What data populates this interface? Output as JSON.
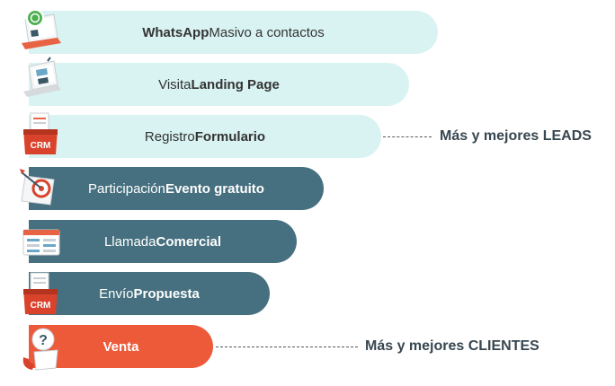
{
  "colors": {
    "top": "#d9f3f2",
    "middle": "#46707f",
    "bottom": "#ec5a3a",
    "text_dark": "#333333",
    "text_light": "#ffffff",
    "label": "#374650"
  },
  "steps": [
    {
      "pre": "",
      "bold": "WhatsApp",
      "post": " Masivo a contactos",
      "icon": "whatsapp-laptop-icon"
    },
    {
      "pre": "Visita ",
      "bold": "Landing Page",
      "post": "",
      "icon": "landing-laptop-icon"
    },
    {
      "pre": "Registro ",
      "bold": "Formulario",
      "post": "",
      "icon": "crm-form-icon"
    },
    {
      "pre": "Participación ",
      "bold": "Evento gratuito",
      "post": "",
      "icon": "target-icon"
    },
    {
      "pre": "Llamada ",
      "bold": "Comercial",
      "post": "",
      "icon": "calendar-icon"
    },
    {
      "pre": "Envío ",
      "bold": "Propuesta",
      "post": "",
      "icon": "crm-proposal-icon"
    },
    {
      "pre": "",
      "bold": "Venta",
      "post": "",
      "icon": "question-phone-icon"
    }
  ],
  "labels": {
    "leads": "Más y mejores LEADS",
    "clientes": "Más y mejores CLIENTES"
  }
}
